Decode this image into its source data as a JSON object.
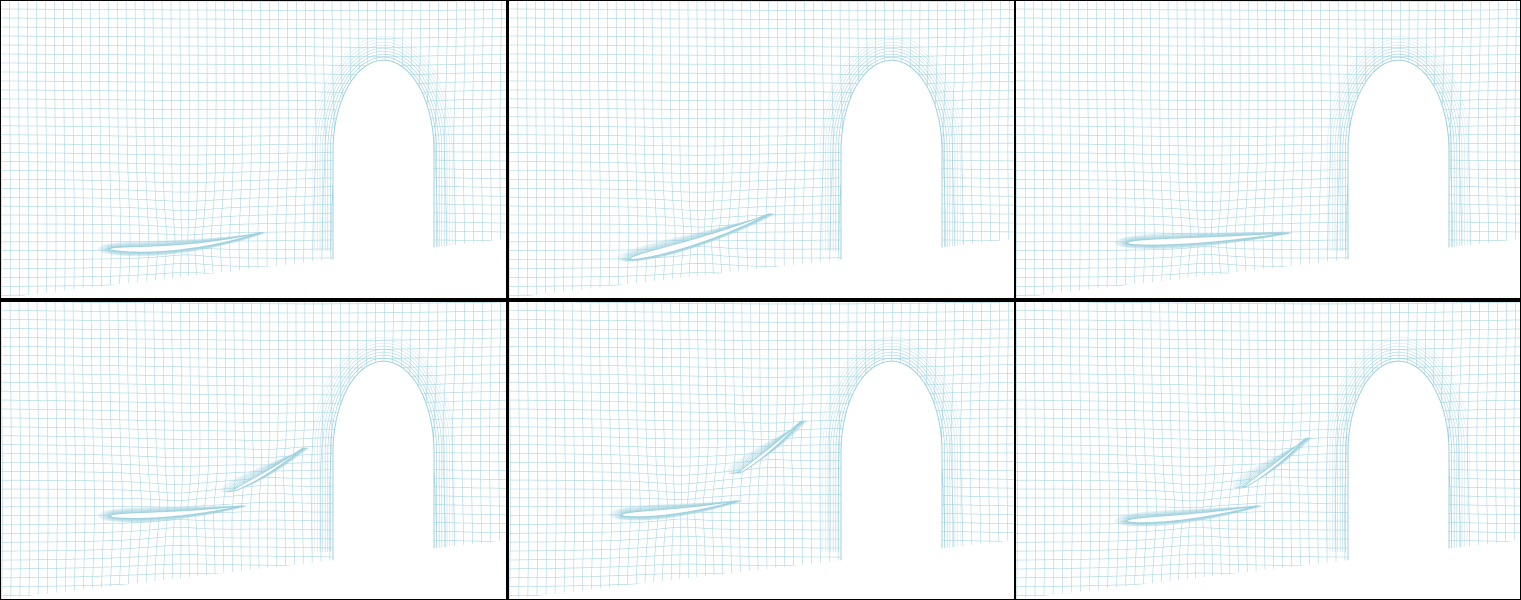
{
  "colors": {
    "mesh": "#a9d6e2",
    "mesh_dense": "#9fd1de",
    "background": "#ffffff",
    "frame": "#000000"
  },
  "panels": [
    {
      "id": 1,
      "configuration": "single-airfoil",
      "variant": "a"
    },
    {
      "id": 2,
      "configuration": "single-airfoil",
      "variant": "b"
    },
    {
      "id": 3,
      "configuration": "single-airfoil-flat",
      "variant": "c"
    },
    {
      "id": 4,
      "configuration": "airfoil-with-flap",
      "variant": "d"
    },
    {
      "id": 5,
      "configuration": "airfoil-with-flap",
      "variant": "e"
    },
    {
      "id": 6,
      "configuration": "airfoil-with-flap",
      "variant": "f"
    }
  ]
}
